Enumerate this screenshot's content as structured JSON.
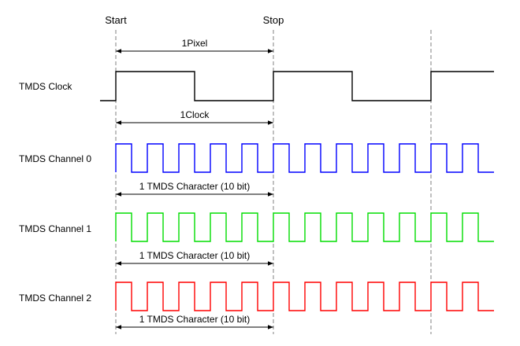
{
  "markers": {
    "start": "Start",
    "stop": "Stop"
  },
  "dimensions": {
    "pixel": "1Pixel",
    "clock": "1Clock",
    "character_ch0": "1 TMDS Character (10 bit)",
    "character_ch1": "1 TMDS Character (10 bit)",
    "character_ch2": "1 TMDS Character (10 bit)"
  },
  "signals": [
    {
      "id": "clock",
      "label": "TMDS Clock",
      "color": "#000000",
      "kind": "clock"
    },
    {
      "id": "ch0",
      "label": "TMDS Channel 0",
      "color": "#0000ff",
      "kind": "data"
    },
    {
      "id": "ch1",
      "label": "TMDS Channel 1",
      "color": "#00dd00",
      "kind": "data"
    },
    {
      "id": "ch2",
      "label": "TMDS Channel 2",
      "color": "#ff0000",
      "kind": "data"
    }
  ]
}
